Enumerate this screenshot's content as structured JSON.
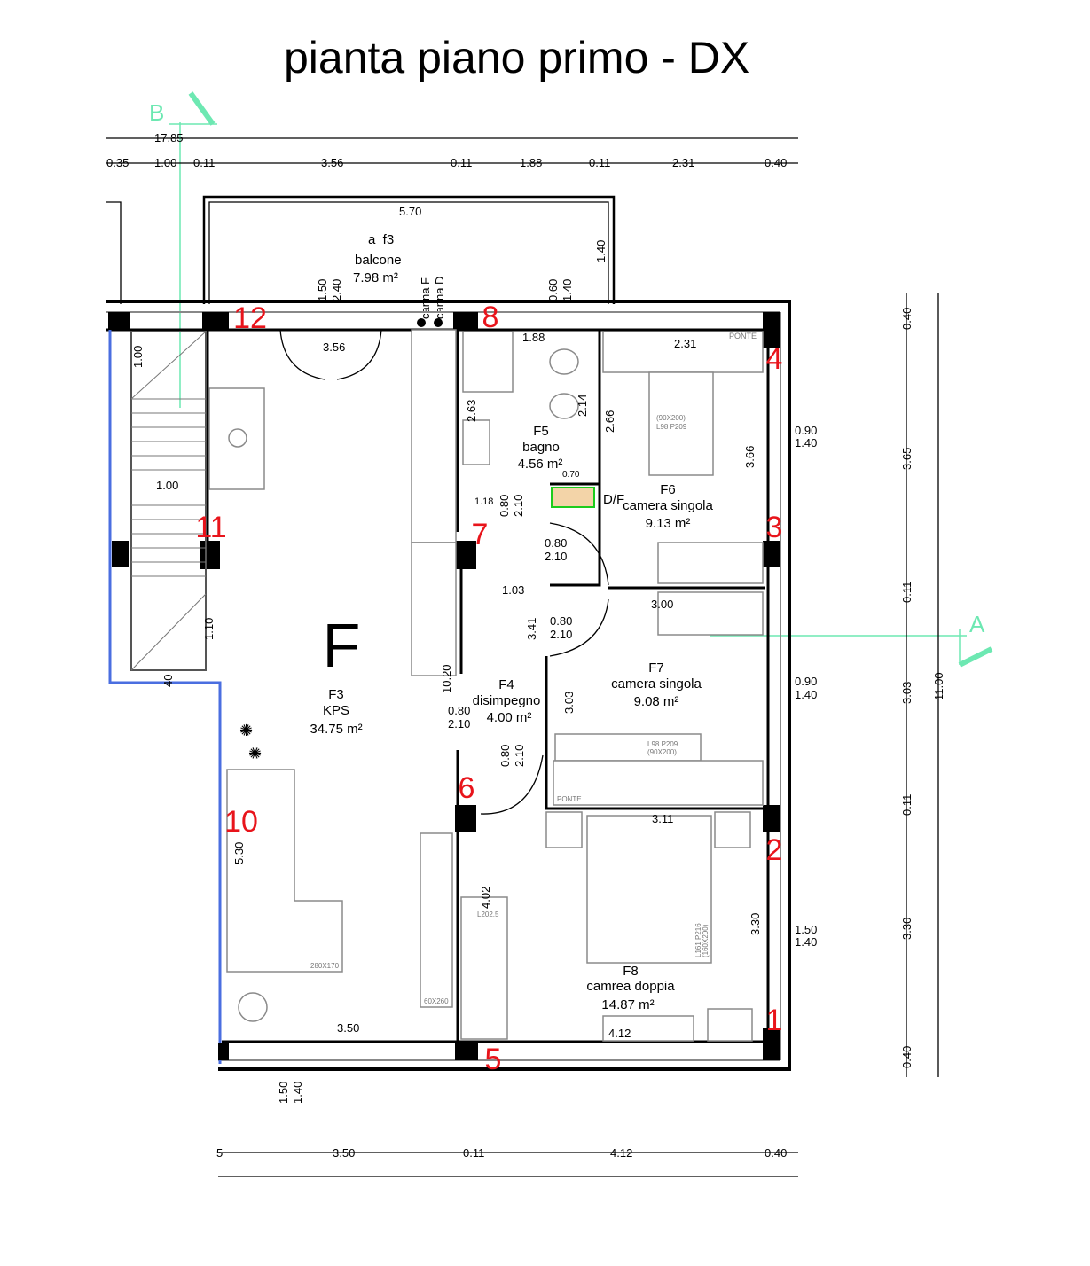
{
  "title": "pianta piano primo - DX",
  "section_markers": {
    "a": "A",
    "b": "B"
  },
  "dims_top": {
    "total": "17.85",
    "segments": [
      "0.35",
      "1.00",
      "0.11",
      "3.56",
      "0.11",
      "1.88",
      "0.11",
      "2.31",
      "0.40"
    ]
  },
  "dims_bottom": {
    "segments": [
      "5",
      "3.50",
      "0.11",
      "4.12",
      "0.40"
    ]
  },
  "dims_right": {
    "total": "11.00",
    "segments": [
      "0.40",
      "3.65",
      "0.11",
      "3.03",
      "0.11",
      "3.30",
      "0.40"
    ]
  },
  "balcony": {
    "code": "a_f3",
    "name": "balcone",
    "area": "7.98 m²",
    "length": "5.70",
    "depth": "1.40",
    "flue_f": "canna F",
    "flue_d": "canna D"
  },
  "windows": {
    "w12_width": "1.50",
    "w12_height": "2.40",
    "w8_width": "0.60",
    "w8_height": "1.40",
    "w4_width": "0.90",
    "w4_height": "1.40",
    "w3_width": "0.90",
    "w3_height": "1.40",
    "w2_width": "1.50",
    "w2_height": "1.40",
    "w5_width": "1.50",
    "w5_height": "1.40"
  },
  "doors": {
    "width": "0.80",
    "height": "2.10"
  },
  "rooms": {
    "main": "F",
    "f3": {
      "code": "F3",
      "name": "KPS",
      "area": "34.75 m²"
    },
    "f4": {
      "code": "F4",
      "name": "disimpegno",
      "area": "4.00 m²"
    },
    "f5": {
      "code": "F5",
      "name": "bagno",
      "area": "4.56 m²"
    },
    "f6": {
      "code": "F6",
      "name": "camera singola",
      "area": "9.13 m²"
    },
    "f7": {
      "code": "F7",
      "name": "camera singola",
      "area": "9.08 m²"
    },
    "f8": {
      "code": "F8",
      "name": "camrea doppia",
      "area": "14.87 m²"
    }
  },
  "boiler_label": "D/F",
  "inner_dims": {
    "d356": "3.56",
    "d188": "1.88",
    "d214": "2.14",
    "d266": "2.66",
    "d263": "2.63",
    "d070": "0.70",
    "d118": "1.18",
    "d366": "3.66",
    "d231": "2.31",
    "d300": "3.00",
    "d103": "1.03",
    "d341": "3.41",
    "d303": "3.03",
    "d1020": "10.20",
    "d311": "3.11",
    "d330": "3.30",
    "d412": "4.12",
    "d402": "4.02",
    "d350": "3.50",
    "d530": "5.30",
    "d100a": "1.00",
    "d100b": "1.00",
    "d110": "1.10",
    "d40": "40"
  },
  "pillars": [
    "1",
    "2",
    "3",
    "4",
    "5",
    "6",
    "7",
    "8",
    "10",
    "11",
    "12"
  ],
  "furniture": {
    "ponte": "PONTE",
    "bed_single": "L98 P209",
    "bed_single_size": "(90X200)",
    "bed_double": "L161 P216",
    "bed_double_size": "(160X200)",
    "sofa": "280X170",
    "wardrobe": "60X260",
    "l202": "L202.5",
    "comodino": "PONTE"
  }
}
